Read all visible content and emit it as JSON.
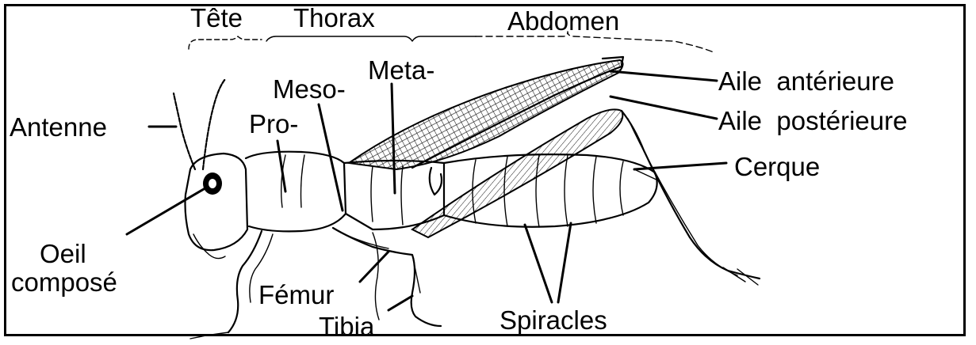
{
  "labels": {
    "tete": "Tête",
    "thorax": "Thorax",
    "abdomen": "Abdomen",
    "meta": "Meta-",
    "meso": "Meso-",
    "pro": "Pro-",
    "antenne": "Antenne",
    "oeil_line1": "Oeil",
    "oeil_line2": "composé",
    "femur": "Fémur",
    "tibia": "Tibia",
    "spiracles": "Spiracles",
    "aile_anterieure": "Aile  antérieure",
    "aile_posterieure": "Aile  postérieure",
    "cerque": "Cerque"
  },
  "colors": {
    "ink": "#000000",
    "background": "#ffffff"
  }
}
